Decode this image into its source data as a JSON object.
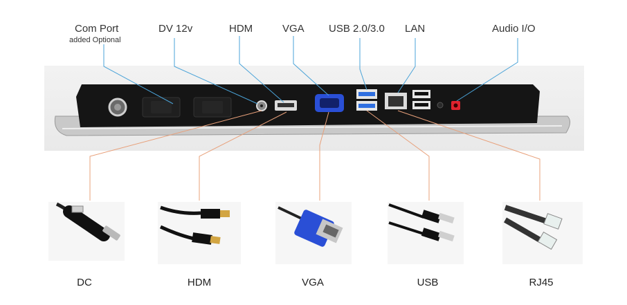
{
  "top_labels": {
    "com_port": "Com Port",
    "com_port_note": "added Optional",
    "dv12v": "DV 12v",
    "hdm": "HDM",
    "vga": "VGA",
    "usb": "USB 2.0/3.0",
    "lan": "LAN",
    "audio": "Audio I/O"
  },
  "bottom_labels": {
    "dc": "DC",
    "hdm": "HDM",
    "vga": "VGA",
    "usb": "USB",
    "rj45": "RJ45"
  },
  "colors": {
    "callout_top": "#4aa3d8",
    "callout_bottom": "#e8a07a",
    "panel_black": "#151515",
    "vga_blue": "#2a4fd6",
    "usb_blue": "#2f6fe0",
    "audio_red": "#e0232e"
  }
}
